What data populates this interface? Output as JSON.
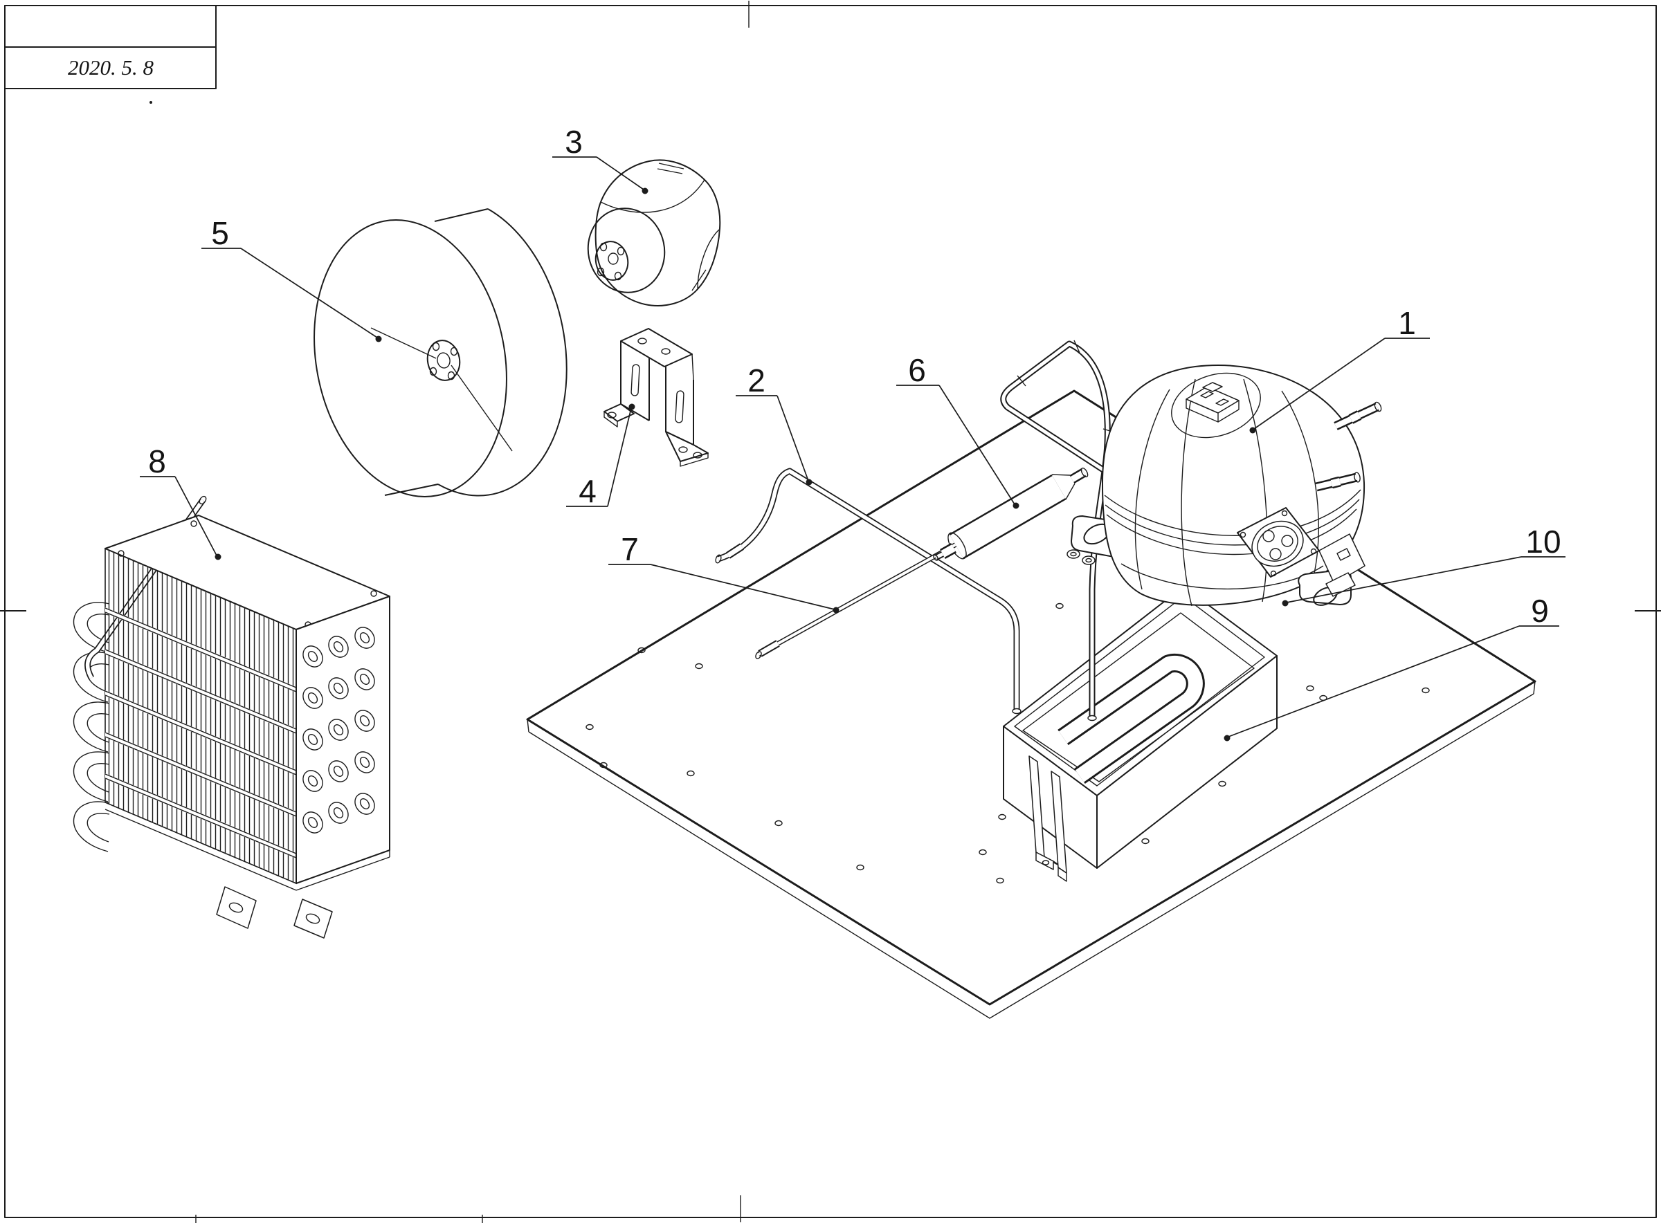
{
  "sheet": {
    "date_stamp": "2020. 5. 8"
  },
  "callouts": [
    "1",
    "2",
    "3",
    "4",
    "5",
    "6",
    "7",
    "8",
    "9",
    "10"
  ]
}
